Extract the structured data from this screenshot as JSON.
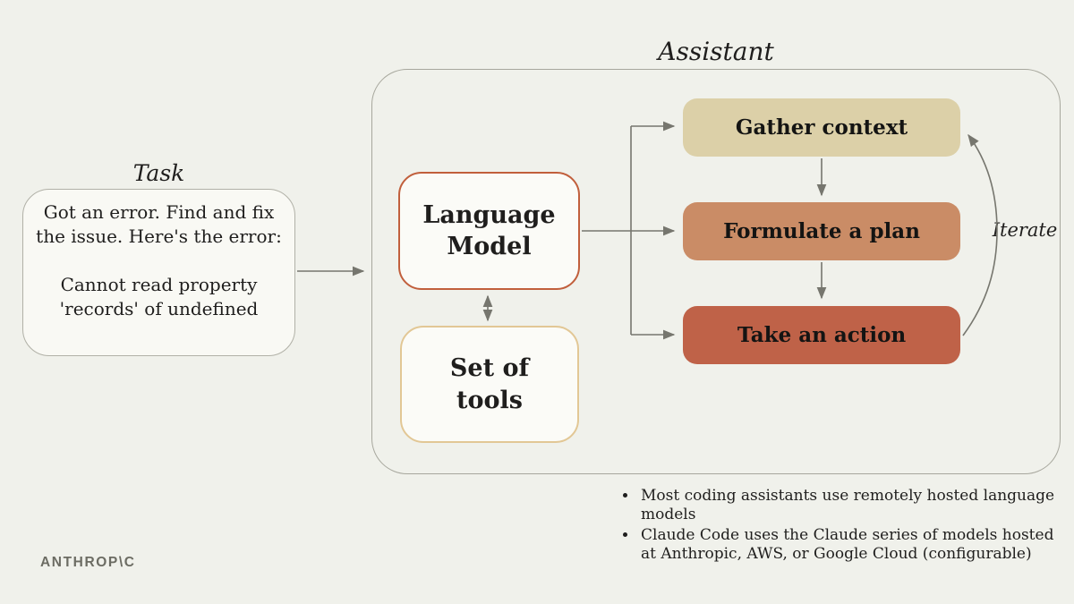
{
  "title": "Assistant",
  "task": {
    "label": "Task",
    "request_text": "Got an error. Find and fix the issue. Here's the error:",
    "error_text": "Cannot read property 'records' of undefined"
  },
  "assistant": {
    "language_model_label": "Language\nModel",
    "set_of_tools_label": "Set of\ntools",
    "steps": [
      {
        "label": "Gather context",
        "color": "#dcd0a8"
      },
      {
        "label": "Formulate a plan",
        "color": "#ca8c66"
      },
      {
        "label": "Take an action",
        "color": "#bf6248"
      }
    ],
    "iterate_label": "Iterate"
  },
  "notes": {
    "bullets": [
      "Most coding assistants use remotely hosted language models",
      "Claude Code uses the Claude series of models hosted at Anthropic, AWS, or Google Cloud (configurable)"
    ]
  },
  "footer": {
    "logo": "ANTHROP\\C"
  },
  "colors": {
    "background": "#f0f1eb",
    "node_fill": "#fbfbf7",
    "language_model_border": "#c15f3c",
    "tools_border": "#e2c795",
    "connector": "#76766e",
    "container_border": "#a7a79d",
    "text": "#1f1e1d",
    "logo": "#6c6c63"
  }
}
